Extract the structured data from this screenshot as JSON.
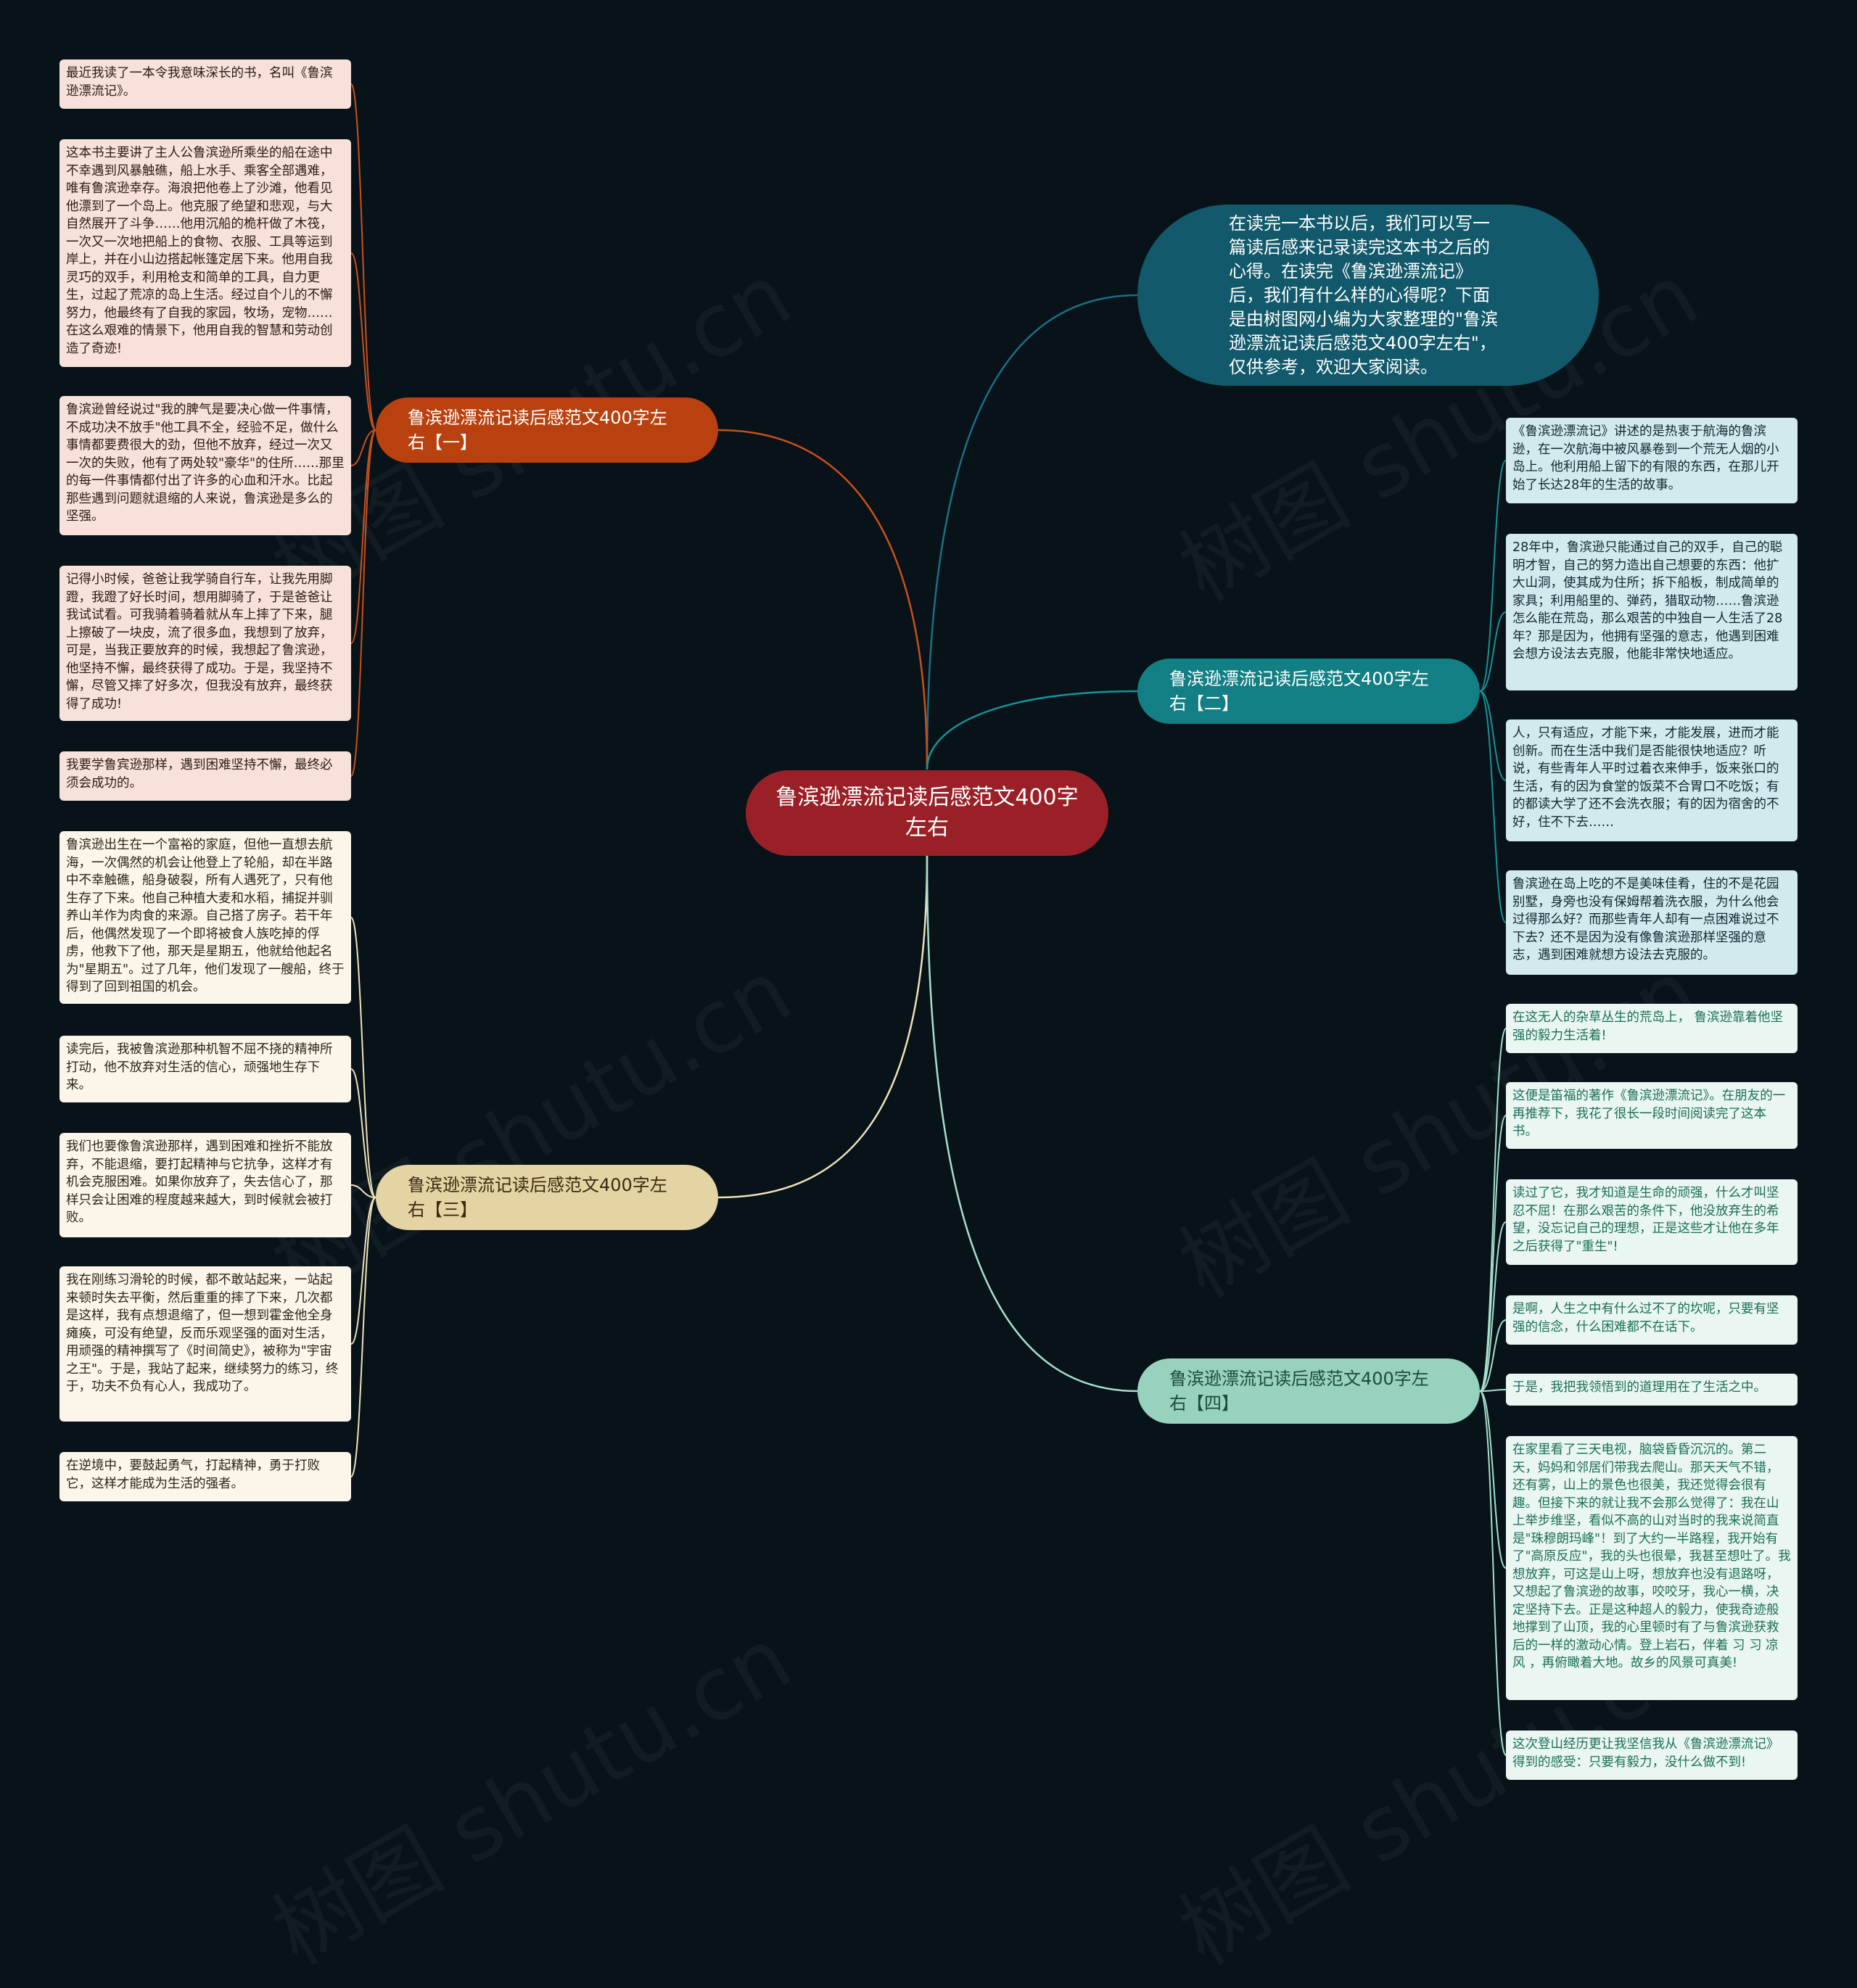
{
  "colors": {
    "background": "#071219",
    "center": "#9a2027",
    "intro": "#11596b",
    "branch1": "#b9410f",
    "branch2": "#127f84",
    "branch3": "#e4d3a3",
    "branch4": "#96d2bd"
  },
  "watermark": "树图 shutu.cn",
  "center": {
    "title": "鲁滨逊漂流记读后感范文400字左右"
  },
  "intro": {
    "text": "在读完一本书以后，我们可以写一篇读后感来记录读完这本书之后的心得。在读完《鲁滨逊漂流记》后，我们有什么样的心得呢？下面是由树图网小编为大家整理的\"鲁滨逊漂流记读后感范文400字左右\"，仅供参考，欢迎大家阅读。"
  },
  "branch1": {
    "label": "鲁滨逊漂流记读后感范文400字左右【一】",
    "items": [
      "最近我读了一本令我意味深长的书，名叫《鲁滨逊漂流记》。",
      "这本书主要讲了主人公鲁滨逊所乘坐的船在途中不幸遇到风暴触礁，船上水手、乘客全部遇难，唯有鲁滨逊幸存。海浪把他卷上了沙滩，他看见他漂到了一个岛上。他克服了绝望和悲观，与大自然展开了斗争……他用沉船的桅杆做了木筏，一次又一次地把船上的食物、衣服、工具等运到岸上，并在小山边搭起帐篷定居下来。他用自我灵巧的双手，利用枪支和简单的工具，自力更生，过起了荒凉的岛上生活。经过自个儿的不懈努力，他最终有了自我的家园，牧场，宠物……在这么艰难的情景下，他用自我的智慧和劳动创造了奇迹!",
      "鲁滨逊曾经说过\"我的脾气是要决心做一件事情，不成功决不放手\"他工具不全，经验不足，做什么事情都要费很大的劲，但他不放弃，经过一次又一次的失败，他有了两处较\"豪华\"的住所……那里的每一件事情都付出了许多的心血和汗水。比起那些遇到问题就退缩的人来说，鲁滨逊是多么的坚强。",
      "记得小时候，爸爸让我学骑自行车，让我先用脚蹬，我蹬了好长时间，想用脚骑了，于是爸爸让我试试看。可我骑着骑着就从车上摔了下来，腿上擦破了一块皮，流了很多血，我想到了放弃，可是，当我正要放弃的时候，我想起了鲁滨逊，他坚持不懈，最终获得了成功。于是，我坚持不懈，尽管又摔了好多次，但我没有放弃，最终获得了成功!",
      "我要学鲁宾逊那样，遇到困难坚持不懈，最终必须会成功的。"
    ]
  },
  "branch2": {
    "label": "鲁滨逊漂流记读后感范文400字左右【二】",
    "items": [
      "《鲁滨逊漂流记》讲述的是热衷于航海的鲁滨逊，在一次航海中被风暴卷到一个荒无人烟的小岛上。他利用船上留下的有限的东西，在那儿开始了长达28年的生活的故事。",
      "28年中，鲁滨逊只能通过自己的双手，自己的聪明才智，自己的努力造出自己想要的东西：他扩大山洞，使其成为住所；拆下船板，制成简单的家具；利用船里的、弹药，猎取动物……鲁滨逊怎么能在荒岛，那么艰苦的中独自一人生活了28年？那是因为，他拥有坚强的意志，他遇到困难会想方设法去克服，他能非常快地适应。",
      "人，只有适应，才能下来，才能发展，进而才能创新。而在生活中我们是否能很快地适应？听说，有些青年人平时过着衣来伸手，饭来张口的生活，有的因为食堂的饭菜不合胃口不吃饭；有的都读大学了还不会洗衣服；有的因为宿舍的不好，住不下去……",
      "鲁滨逊在岛上吃的不是美味佳肴，住的不是花园别墅，身旁也没有保姆帮着洗衣服，为什么他会过得那么好？而那些青年人却有一点困难说过不下去？还不是因为没有像鲁滨逊那样坚强的意志，遇到困难就想方设法去克服的。"
    ]
  },
  "branch3": {
    "label": "鲁滨逊漂流记读后感范文400字左右【三】",
    "items": [
      "鲁滨逊出生在一个富裕的家庭，但他一直想去航海，一次偶然的机会让他登上了轮船，却在半路中不幸触礁，船身破裂，所有人遇死了，只有他生存了下来。他自己种植大麦和水稻，捕捉并驯养山羊作为肉食的来源。自己搭了房子。若干年后，他偶然发现了一个即将被食人族吃掉的俘虏，他救下了他，那天是星期五，他就给他起名为\"星期五\"。过了几年，他们发现了一艘船，终于得到了回到祖国的机会。",
      "读完后，我被鲁滨逊那种机智不屈不挠的精神所打动，他不放弃对生活的信心，顽强地生存下来。",
      "我们也要像鲁滨逊那样，遇到困难和挫折不能放弃，不能退缩，要打起精神与它抗争，这样才有机会克服困难。如果你放弃了，失去信心了，那样只会让困难的程度越来越大，到时候就会被打败。",
      "我在刚练习滑轮的时候，都不敢站起来，一站起来顿时失去平衡，然后重重的摔了下来，几次都是这样，我有点想退缩了，但一想到霍金他全身瘫痪，可没有绝望，反而乐观坚强的面对生活，用顽强的精神撰写了《时间简史》，被称为\"宇宙之王\"。于是，我站了起来，继续努力的练习，终于，功夫不负有心人，我成功了。",
      "在逆境中，要鼓起勇气，打起精神，勇于打败它，这样才能成为生活的强者。"
    ]
  },
  "branch4": {
    "label": "鲁滨逊漂流记读后感范文400字左右【四】",
    "items": [
      "在这无人的杂草丛生的荒岛上， 鲁滨逊靠着他坚强的毅力生活着!",
      "这便是笛福的著作《鲁滨逊漂流记》。在朋友的一再推荐下，我花了很长一段时间阅读完了这本书。",
      "读过了它，我才知道是生命的顽强，什么才叫坚忍不屈！在那么艰苦的条件下，他没放弃生的希望，没忘记自己的理想，正是这些才让他在多年之后获得了\"重生\"!",
      "是啊，人生之中有什么过不了的坎呢，只要有坚强的信念，什么困难都不在话下。",
      "于是，我把我领悟到的道理用在了生活之中。",
      "在家里看了三天电视，脑袋昏昏沉沉的。第二天，妈妈和邻居们带我去爬山。那天天气不错，还有雾，山上的景色也很美，我还觉得会很有趣。但接下来的就让我不会那么觉得了：我在山上举步维坚，看似不高的山对当时的我来说简直是\"珠穆朗玛峰\"！到了大约一半路程，我开始有了\"高原反应\"，我的头也很晕，我甚至想吐了。我想放弃，可这是山上呀，想放弃也没有退路呀，又想起了鲁滨逊的故事，咬咬牙，我心一横，决定坚持下去。正是这种超人的毅力，使我奇迹般地撑到了山顶，我的心里顿时有了与鲁滨逊获救后的一样的激动心情。登上岩石，伴着 习 习 凉 风 ，再俯瞰着大地。故乡的风景可真美!",
      "这次登山经历更让我坚信我从《鲁滨逊漂流记》得到的感受：只要有毅力，没什么做不到!"
    ]
  }
}
